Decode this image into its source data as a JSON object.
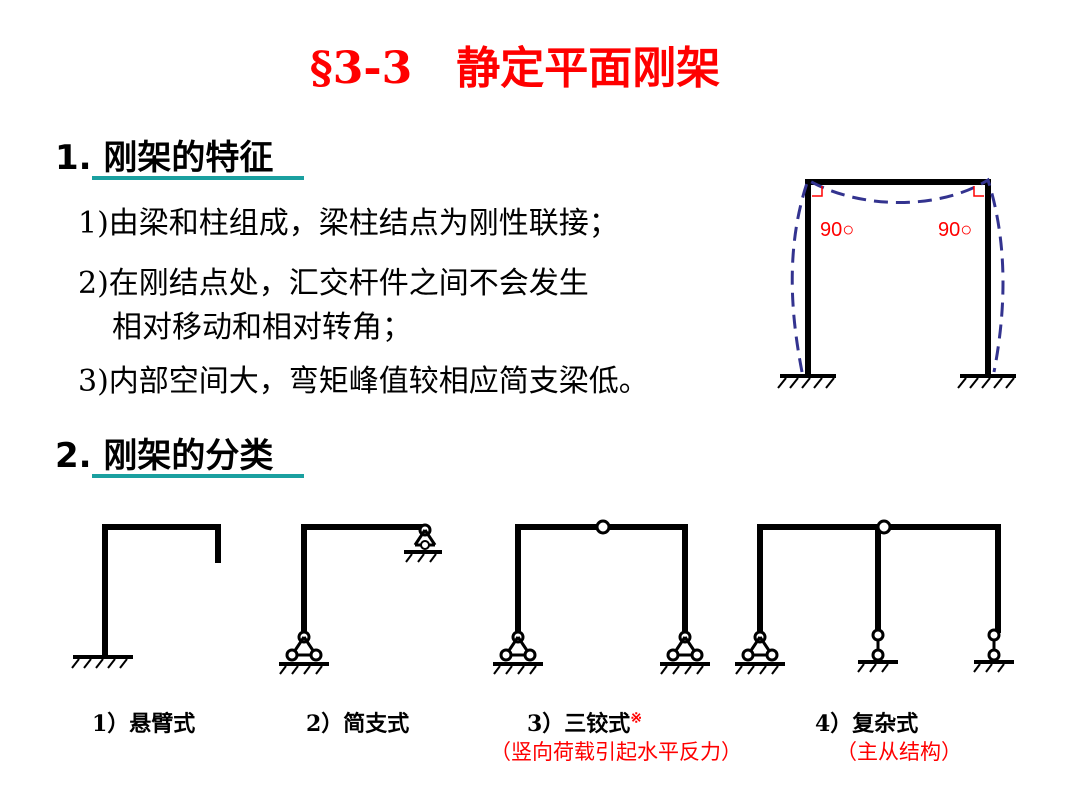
{
  "title": "§3-3　静定平面刚架",
  "section1": {
    "heading": "1. 刚架的特征",
    "items": [
      "1)由梁和柱组成，梁柱结点为刚性联接；",
      "2)在刚结点处，汇交杆件之间不会发生",
      "相对移动和相对转角；",
      "3)内部空间大，弯矩峰值较相应简支梁低。"
    ]
  },
  "frame_figure": {
    "angle_left": "90○",
    "angle_right": "90○",
    "deform_color": "#33338f",
    "angle_color": "#ff0000"
  },
  "section2": {
    "heading": "2. 刚架的分类",
    "types": [
      {
        "label": "1）悬臂式"
      },
      {
        "label": "2）简支式"
      },
      {
        "label": "3）三铰式",
        "mark": "※",
        "note": "（竖向荷载引起水平反力）"
      },
      {
        "label": "4）复杂式",
        "note": "（主从结构）"
      }
    ]
  },
  "colors": {
    "title": "#ff0000",
    "underline": "#1aa0a0",
    "note": "#ff0000"
  }
}
